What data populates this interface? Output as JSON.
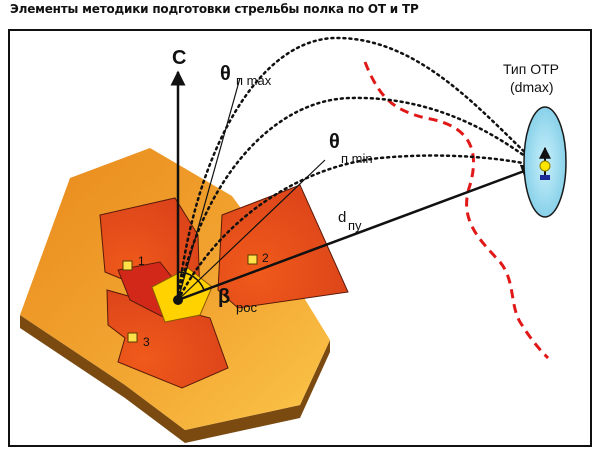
{
  "title": "Элементы методики подготовки стрельбы полка по ОТ и ТР",
  "labels": {
    "north": "С",
    "theta_max_symbol": "θ",
    "theta_max_sub": "п max",
    "theta_min_symbol": "θ",
    "theta_min_sub": "п min",
    "distance_symbol": "d",
    "distance_sub": "пу",
    "beta_symbol": "β",
    "beta_sub": "рос",
    "target_line1": "Тип ОТР",
    "target_line2": "(dmax)",
    "position_1": "1",
    "position_2": "2",
    "position_3": "3"
  },
  "colors": {
    "terrain": "#f0a02a",
    "terrain_side": "#7a4a10",
    "sector": "#e84a1c",
    "sector_edge": "#5a1a0a",
    "center": "#ffd200",
    "target_fill": "#9fdcf0",
    "boundary": "#e01818"
  }
}
